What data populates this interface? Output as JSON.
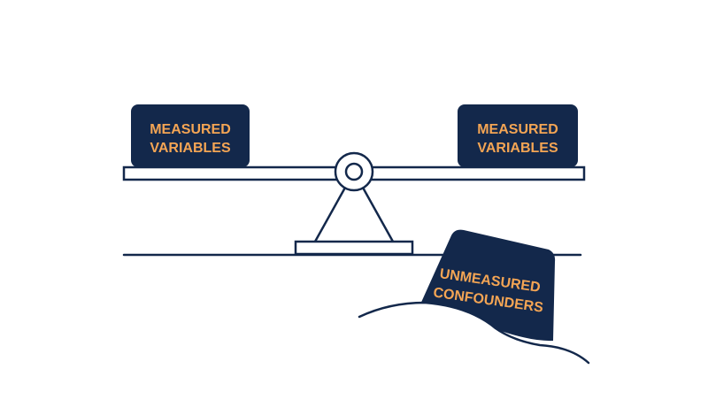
{
  "colors": {
    "navy": "#13284b",
    "label_orange": "#f4a554",
    "background": "#ffffff"
  },
  "boxes": {
    "left": {
      "line1": "MEASURED",
      "line2": "VARIABLES"
    },
    "right": {
      "line1": "MEASURED",
      "line2": "VARIABLES"
    },
    "hidden": {
      "line1": "UNMEASURED",
      "line2": "CONFOUNDERS"
    }
  },
  "icons": {
    "scale": "balance-scale-icon",
    "pivot": "pivot-circle-icon",
    "ground": "ground-line",
    "mound": "dirt-mound"
  }
}
